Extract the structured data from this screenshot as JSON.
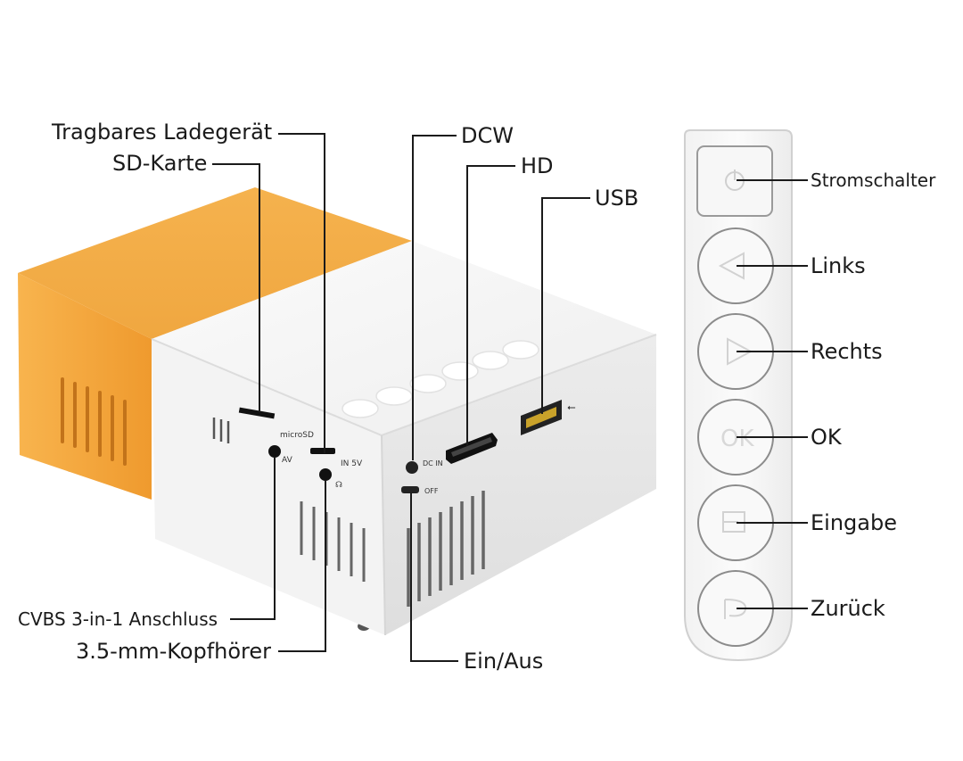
{
  "labels": {
    "tragbares_ladegeraet": "Tragbares Ladegerät",
    "sd_karte": "SD-Karte",
    "dcw": "DCW",
    "hd": "HD",
    "usb": "USB",
    "cvbs": "CVBS 3-in-1 Anschluss",
    "kopfhoerer": "3.5-mm-Kopfhörer",
    "ein_aus": "Ein/Aus"
  },
  "port_markings": {
    "microsd": "microSD",
    "in5v": "IN 5V",
    "av": "AV",
    "dc_in": "DC IN",
    "off": "OFF"
  },
  "remote": {
    "buttons": [
      {
        "label": "Stromschalter",
        "icon": "power-icon"
      },
      {
        "label": "Links",
        "icon": "triangle-left-icon"
      },
      {
        "label": "Rechts",
        "icon": "triangle-right-icon"
      },
      {
        "label": "OK",
        "icon": "ok-text-icon"
      },
      {
        "label": "Eingabe",
        "icon": "input-icon"
      },
      {
        "label": "Zurück",
        "icon": "return-icon"
      }
    ]
  },
  "colors": {
    "orange": "#f6a23a",
    "body_white": "#f4f4f4",
    "panel_gray": "#e5e5e5",
    "line": "#1a1a1a"
  }
}
